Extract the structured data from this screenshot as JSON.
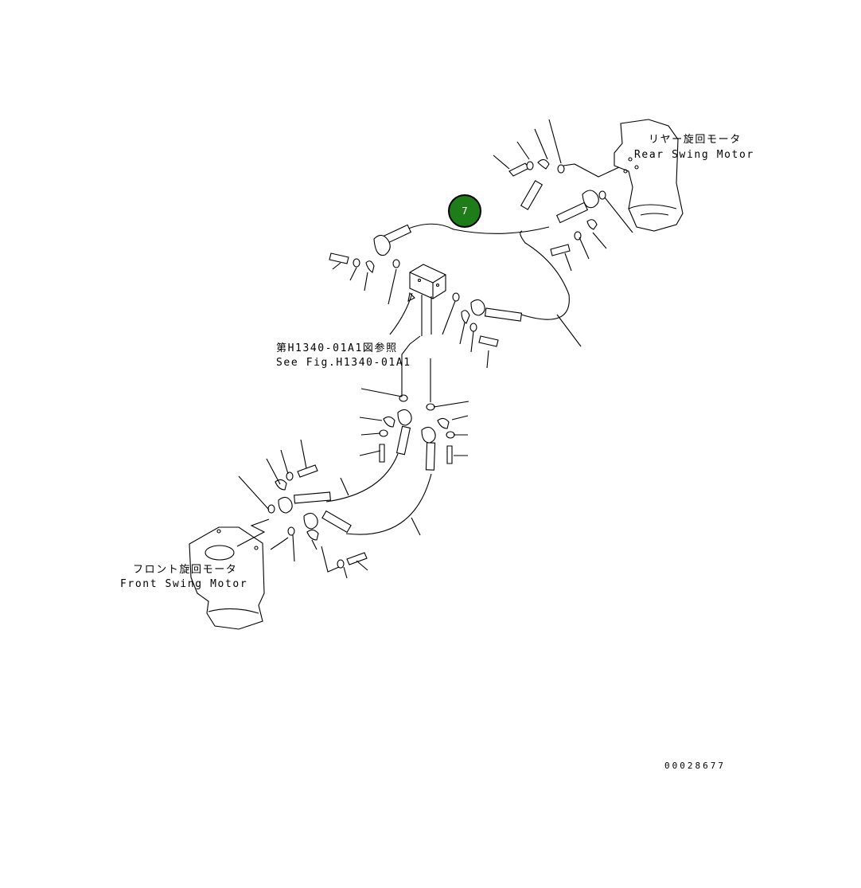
{
  "callout": {
    "number": "7",
    "color": "#1e7d18"
  },
  "labels": {
    "rear_motor_jp": "リヤー旋回モータ",
    "rear_motor_en": "Rear Swing Motor",
    "see_fig_jp": "第H1340-01A1図参照",
    "see_fig_en": "See Fig.H1340-01A1",
    "front_motor_jp": "フロント旋回モータ",
    "front_motor_en": "Front Swing Motor",
    "drawing_number": "00028677"
  }
}
